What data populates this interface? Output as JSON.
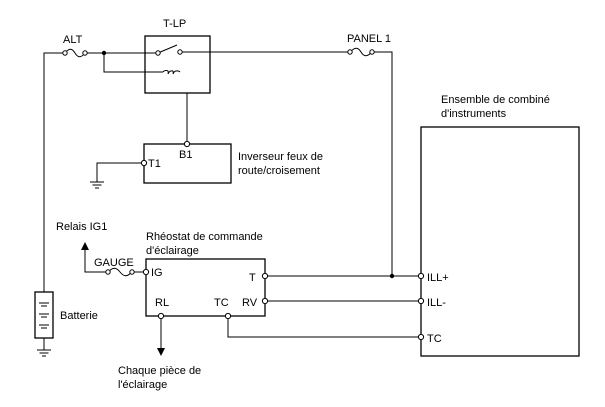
{
  "labels": {
    "alt": "ALT",
    "tlp": "T-LP",
    "panel1": "PANEL 1",
    "cluster_line1": "Ensemble de combiné",
    "cluster_line2": "d'instruments",
    "b1": "B1",
    "t1": "T1",
    "switch_line1": "Inverseur feux de",
    "switch_line2": "route/croisement",
    "relais": "Relais IG1",
    "rheo_line1": "Rhéostat de commande",
    "rheo_line2": "d'éclairage",
    "gauge": "GAUGE",
    "ig": "IG",
    "t": "T",
    "rl": "RL",
    "tc": "TC",
    "rv": "RV",
    "ill_plus": "ILL+",
    "ill_minus": "ILL-",
    "tc_cluster": "TC",
    "batterie": "Batterie",
    "chaque_line1": "Chaque pièce de",
    "chaque_line2": "l'éclairage"
  }
}
